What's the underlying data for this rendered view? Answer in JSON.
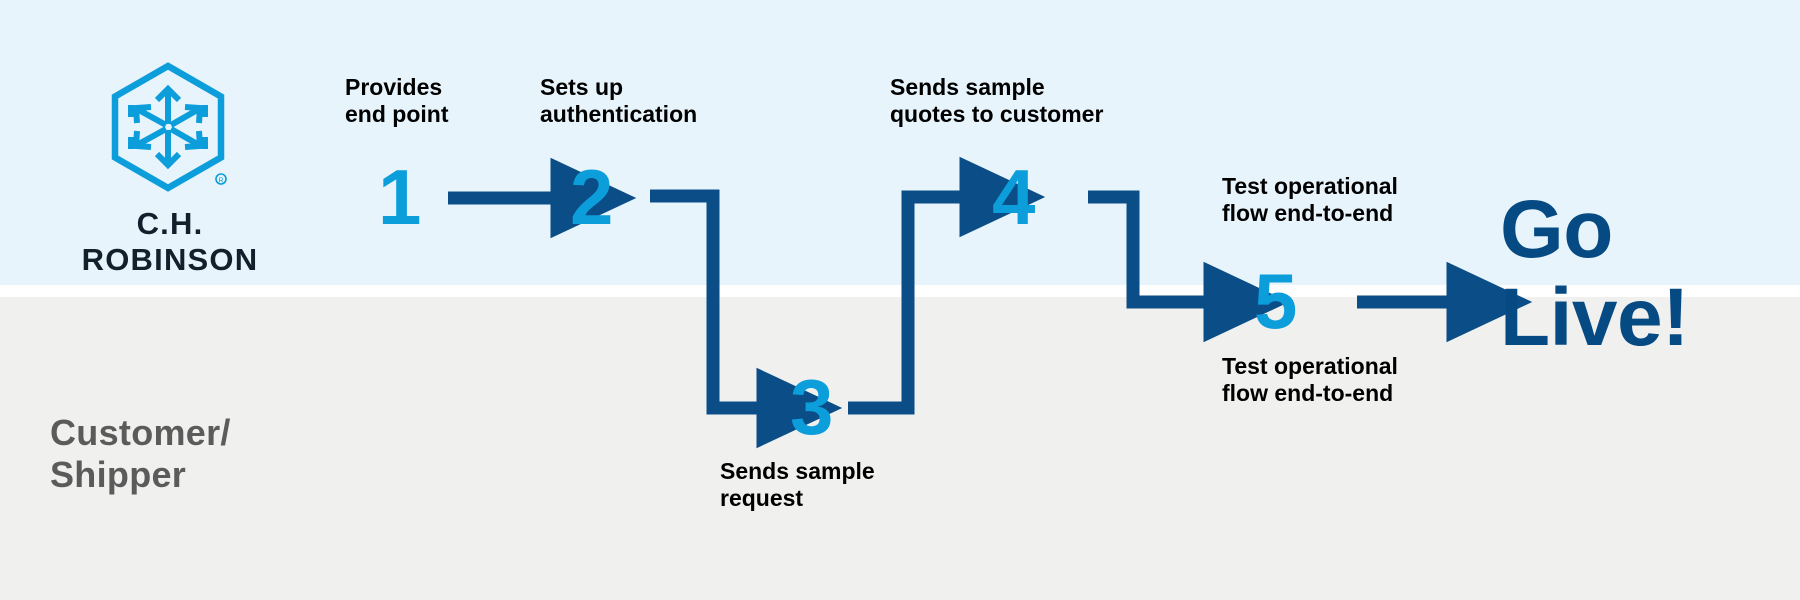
{
  "brand": {
    "name": "C.H. ROBINSON",
    "logo_icon": "ch-robinson-hexagon-cube-logo",
    "logo_color": "#0c9ddb",
    "registered_mark": "®"
  },
  "lanes": [
    {
      "id": "ch-robinson-lane",
      "label": "",
      "background": "#e8f4fb"
    },
    {
      "id": "customer-shipper-lane",
      "label": "Customer/\nShipper",
      "background": "#f0f0ef"
    }
  ],
  "colors": {
    "lane_top": "#e8f4fb",
    "lane_bottom": "#f0f0ef",
    "step_number": "#0c9ddb",
    "connector": "#0b4e87",
    "caption_text": "#000000",
    "lane_label_text": "#5b5b5b",
    "go_live_text": "#064a84"
  },
  "steps": [
    {
      "number": "1",
      "caption": "Provides\nend point",
      "caption_position": "above",
      "lane": "ch-robinson-lane"
    },
    {
      "number": "2",
      "caption": "Sets up\nauthentication",
      "caption_position": "above",
      "lane": "ch-robinson-lane"
    },
    {
      "number": "3",
      "caption": "Sends sample\nrequest",
      "caption_position": "below",
      "lane": "customer-shipper-lane"
    },
    {
      "number": "4",
      "caption": "Sends sample\nquotes to customer",
      "caption_position": "above",
      "lane": "ch-robinson-lane"
    },
    {
      "number": "5",
      "caption_above": "Test operational\nflow end-to-end",
      "caption_below": "Test operational\nflow end-to-end",
      "lane": "boundary"
    }
  ],
  "outcome": {
    "label": "Go\nLive!"
  },
  "connectors": [
    {
      "from": "1",
      "to": "2",
      "type": "straight-right"
    },
    {
      "from": "2",
      "to": "3",
      "type": "down-then-right"
    },
    {
      "from": "3",
      "to": "4",
      "type": "up-then-right"
    },
    {
      "from": "4",
      "to": "5",
      "type": "down-then-right"
    },
    {
      "from": "5",
      "to": "go-live",
      "type": "straight-right"
    }
  ]
}
